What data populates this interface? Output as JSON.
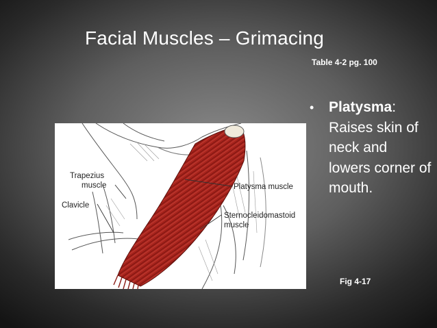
{
  "slide": {
    "title": "Facial Muscles – Grimacing",
    "reference": "Table 4-2 pg. 100",
    "bullet": {
      "term": "Platysma",
      "separator": ":",
      "description": "Raises skin of neck and lowers corner of mouth."
    },
    "figure_caption": "Fig 4-17"
  },
  "figure": {
    "labels": {
      "trapezius_line1": "Trapezius",
      "trapezius_line2": "muscle",
      "clavicle": "Clavicle",
      "platysma": "Platysma muscle",
      "sternocleidomastoid_line1": "Sternocleidomastoid",
      "sternocleidomastoid_line2": "muscle"
    },
    "colors": {
      "muscle_red": "#a8231c",
      "muscle_dark": "#6e120e",
      "background": "#ffffff"
    }
  }
}
